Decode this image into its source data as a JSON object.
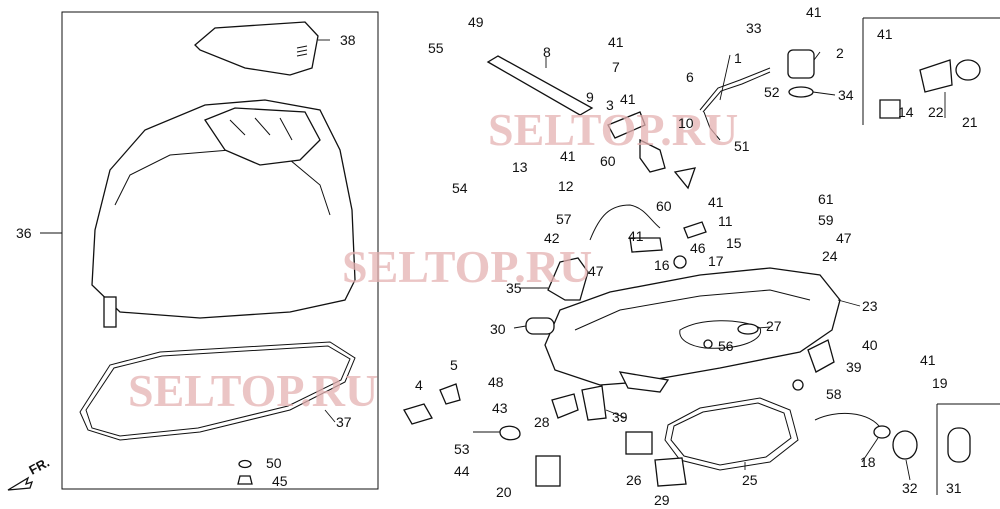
{
  "watermark": {
    "text_top": "SELTOP.RU",
    "text_middle": "SELTOP.RU",
    "text_bottom": "SELTOP.RU",
    "color": "#e4b2b2"
  },
  "direction_marker": {
    "text": "FR."
  },
  "callouts": {
    "c1": "1",
    "c2": "2",
    "c3": "3",
    "c4": "4",
    "c5": "5",
    "c6": "6",
    "c7": "7",
    "c8": "8",
    "c9": "9",
    "c10": "10",
    "c11": "11",
    "c12": "12",
    "c13": "13",
    "c14": "14",
    "c15": "15",
    "c16": "16",
    "c17": "17",
    "c18": "18",
    "c19": "19",
    "c20": "20",
    "c21": "21",
    "c22": "22",
    "c23": "23",
    "c24": "24",
    "c25": "25",
    "c26": "26",
    "c27": "27",
    "c28": "28",
    "c29": "29",
    "c30": "30",
    "c31": "31",
    "c32": "32",
    "c33": "33",
    "c34": "34",
    "c35": "35",
    "c36": "36",
    "c37": "37",
    "c38": "38",
    "c39": "39",
    "c40": "40",
    "c41": "41",
    "c42": "42",
    "c43": "43",
    "c44": "44",
    "c45": "45",
    "c46": "46",
    "c47": "47",
    "c48": "48",
    "c49": "49",
    "c50": "50",
    "c51": "51",
    "c52": "52",
    "c53": "53",
    "c54": "54",
    "c55": "55",
    "c56": "56",
    "c57": "57",
    "c58": "58",
    "c59": "59",
    "c60": "60",
    "c61": "61"
  }
}
